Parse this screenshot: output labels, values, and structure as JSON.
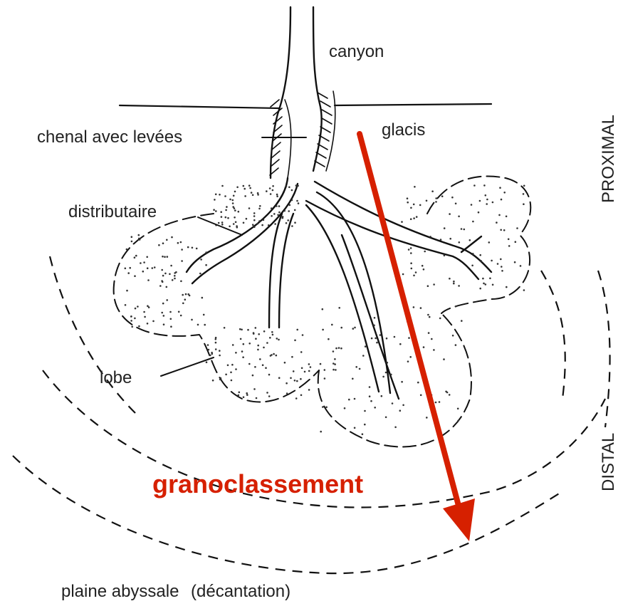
{
  "labels": {
    "canyon": "canyon",
    "glacis": "glacis",
    "chenal": "chenal avec levées",
    "distributaire": "distributaire",
    "lobe": "lobe",
    "plaine": "plaine abyssale",
    "decantation": "(décantation)",
    "proximal": "PROXIMAL",
    "distal": "DISTAL",
    "annotation": "granoclassement"
  },
  "colors": {
    "arrow": "#d62000",
    "ink": "#111111"
  }
}
